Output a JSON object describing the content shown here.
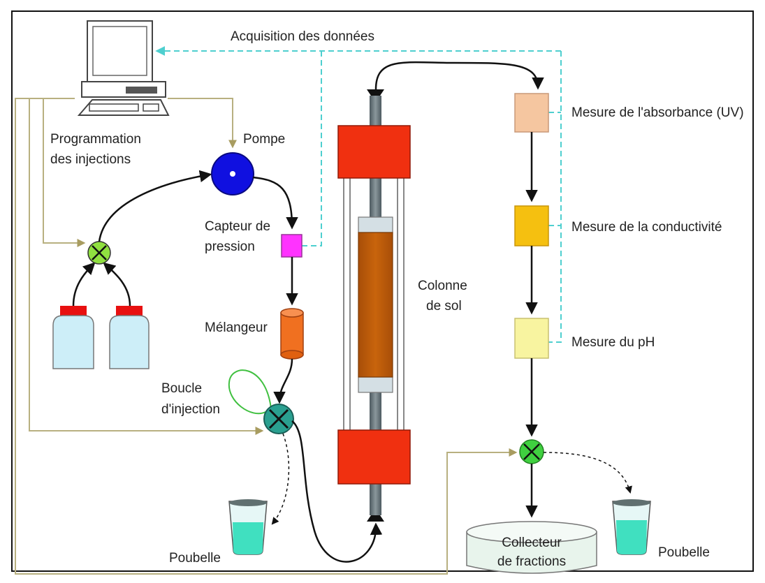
{
  "labels": {
    "acquisition": "Acquisition des données",
    "programmation_1": "Programmation",
    "programmation_2": "des injections",
    "pompe": "Pompe",
    "capteur_1": "Capteur de",
    "capteur_2": "pression",
    "melangeur": "Mélangeur",
    "boucle_1": "Boucle",
    "boucle_2": "d'injection",
    "poubelle_left": "Poubelle",
    "colonne_1": "Colonne",
    "colonne_2": "de sol",
    "absorbance": "Mesure de l'absorbance (UV)",
    "conductivite": "Mesure de la conductivité",
    "ph": "Mesure du pH",
    "collecteur_1": "Collecteur",
    "collecteur_2": "de fractions",
    "poubelle_right": "Poubelle"
  },
  "colors": {
    "data_line": "#4ecfcf",
    "control_line": "#b8b080",
    "pump": "#1010e0",
    "pressure_sensor": "#ff33ff",
    "mixer": "#f07020",
    "valve_top": "#90e040",
    "valve_injection": "#2aa090",
    "valve_bottom": "#40d040",
    "column_cap": "#f03010",
    "soil": "#c0600a",
    "uv_box": "#f5c6a0",
    "conductivity_box": "#f5c010",
    "ph_box": "#f8f4a0",
    "bottle_liquid": "#cdeef8",
    "bottle_cap": "#e81010",
    "beaker_liquid": "#40e0c0",
    "collector": "#e8f4ec"
  }
}
